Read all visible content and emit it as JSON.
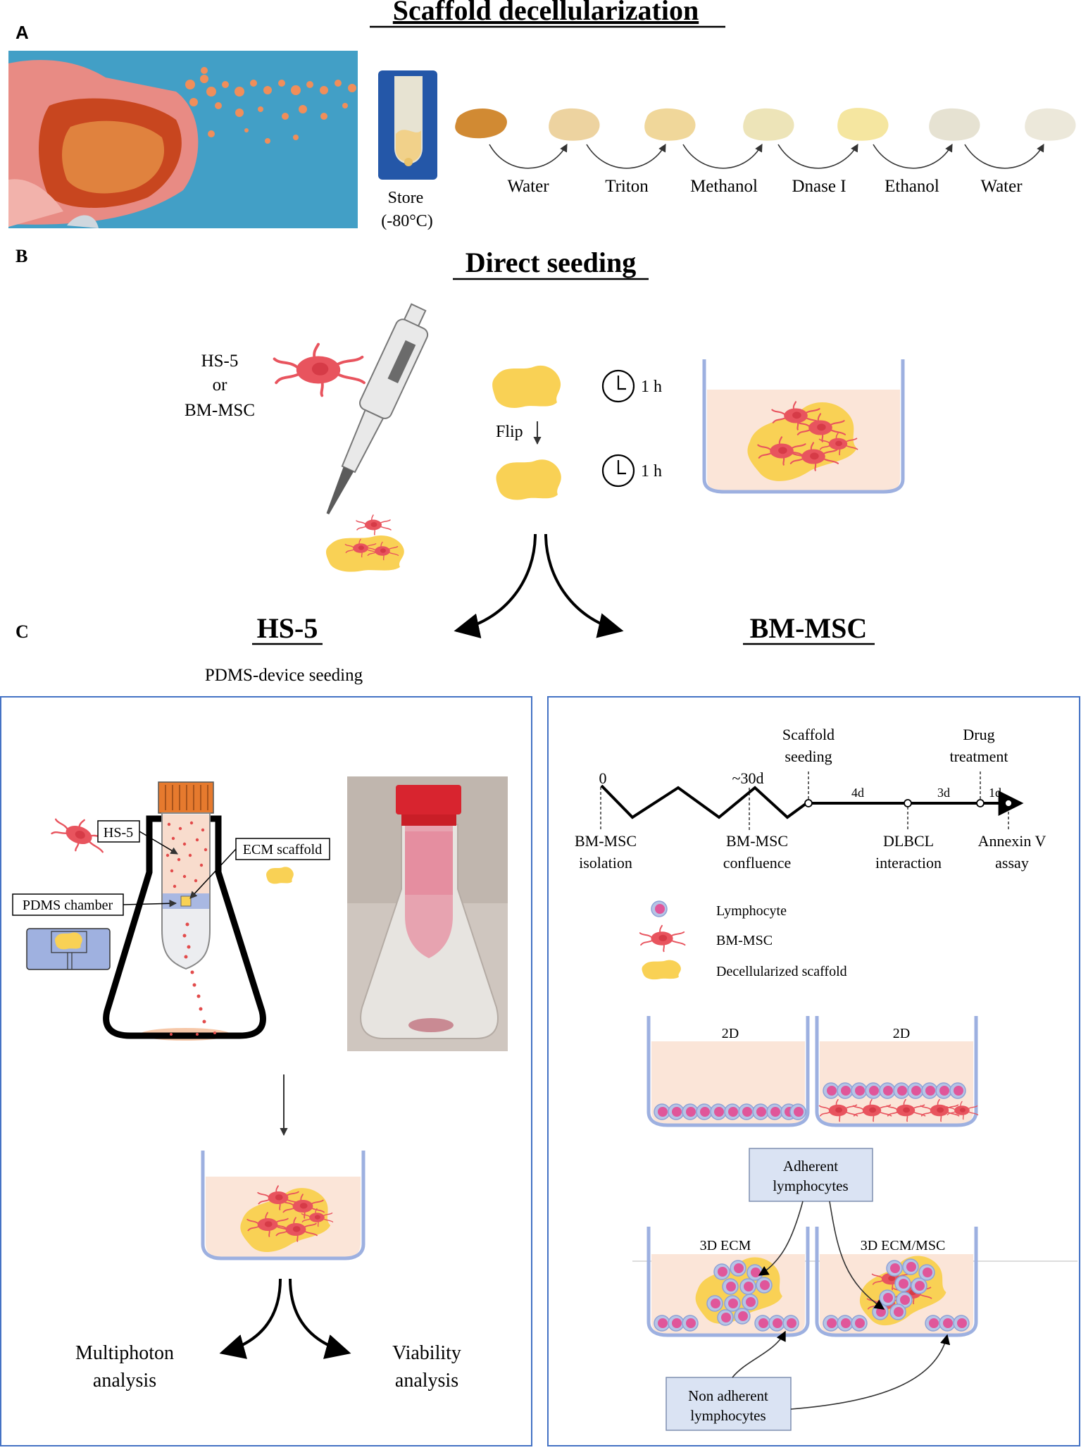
{
  "panel_a": {
    "letter": "A",
    "title": "Scaffold decellularization",
    "store_label": "Store",
    "store_temp": "(-80°C)",
    "steps": [
      "Water",
      "Triton",
      "Methanol",
      "Dnase I",
      "Ethanol",
      "Water"
    ]
  },
  "panel_b": {
    "letter": "B",
    "title": "Direct seeding",
    "cell_line_1": "HS-5",
    "cell_or": "or",
    "cell_line_2": "BM-MSC",
    "time_1": "1 h",
    "time_2": "1 h",
    "flip_label": "Flip"
  },
  "panel_c": {
    "letter": "C",
    "hs5_title": "HS-5",
    "bmmsc_title": "BM-MSC",
    "pdms_seeding": "PDMS-device seeding",
    "hs5_label": "HS-5",
    "ecm_label": "ECM scaffold",
    "pdms_label": "PDMS chamber",
    "multiphoton_1": "Multiphoton",
    "multiphoton_2": "analysis",
    "viability_1": "Viability",
    "viability_2": "analysis"
  },
  "timeline": {
    "top_labels": [
      "0",
      "~30d",
      "Scaffold",
      "seeding",
      "Drug",
      "treatment"
    ],
    "interval_labels": [
      "4d",
      "3d",
      "1d"
    ],
    "bottom_labels": [
      "BM-MSC",
      "isolation",
      "BM-MSC",
      "confluence",
      "DLBCL",
      "interaction",
      "Annexin V",
      "assay"
    ]
  },
  "legend": {
    "lymphocyte": "Lymphocyte",
    "bmmsc": "BM-MSC",
    "scaffold": "Decellularized  scaffold"
  },
  "wells": {
    "w1": "2D",
    "w2": "2D",
    "w3": "3D ECM",
    "w4": "3D ECM/MSC"
  },
  "boxes": {
    "adherent_1": "Adherent",
    "adherent_2": "lymphocytes",
    "non_adherent_1": "Non adherent",
    "non_adherent_2": "lymphocytes"
  },
  "colors": {
    "cell_red": "#e8545e",
    "scaffold_yellow": "#f9d155",
    "medium_pink": "#fbe5d8",
    "well_blue": "#9db0e0",
    "panel_border": "#4472c4",
    "box_fill": "#dae3f3"
  }
}
